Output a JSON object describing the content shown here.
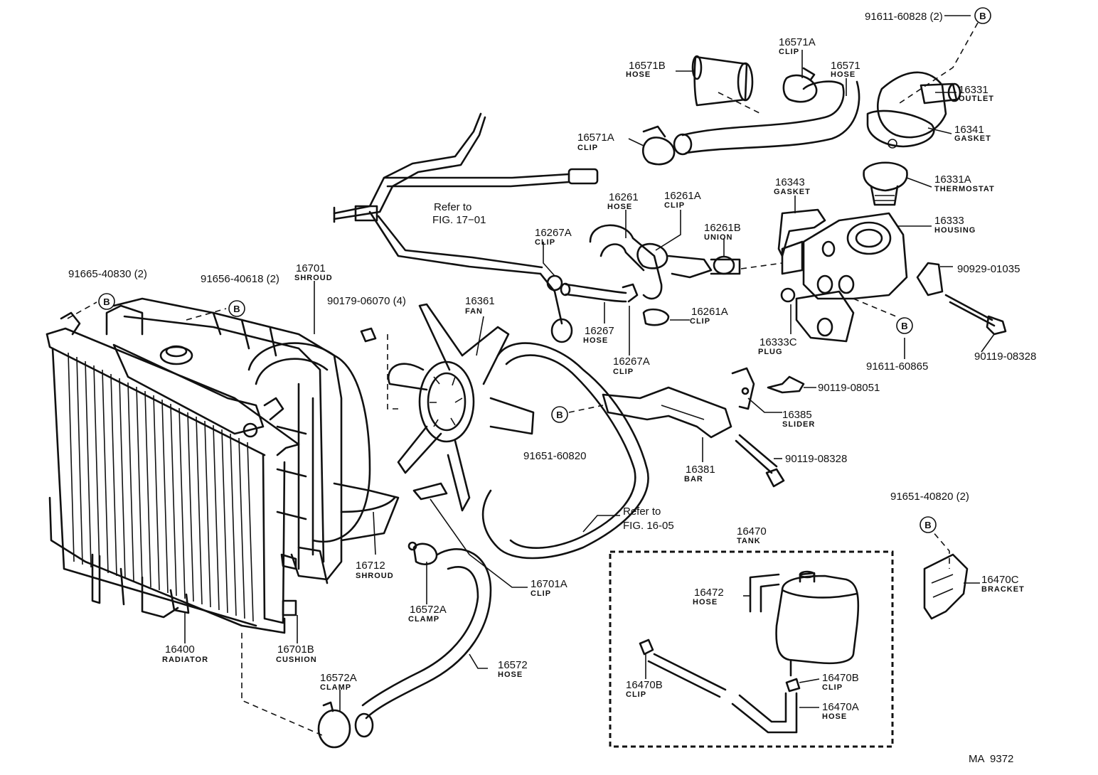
{
  "diagram_id": "MA  9372",
  "symbol": "B",
  "refs": {
    "fig_17_01_a": "Refer to",
    "fig_17_01_b": "FIG. 17−01",
    "fig_16_05_a": "Refer to",
    "fig_16_05_b": "FIG. 16-05"
  },
  "labels": {
    "p91611_60828": "91611-60828 (2)",
    "p16571A_top": "16571A",
    "p16571A_top_sub": "CLIP",
    "p16571B": "16571B",
    "p16571B_sub": "HOSE",
    "p16571": "16571",
    "p16571_sub": "HOSE",
    "p16331": "16331",
    "p16331_sub": "OUTLET",
    "p16571A_left": "16571A",
    "p16571A_left_sub": "CLIP",
    "p16341": "16341",
    "p16341_sub": "GASKET",
    "p16331A": "16331A",
    "p16331A_sub": "THERMOSTAT",
    "p16343": "16343",
    "p16343_sub": "GASKET",
    "p16261": "16261",
    "p16261_sub": "HOSE",
    "p16261A_top": "16261A",
    "p16261A_top_sub": "CLIP",
    "p16261B": "16261B",
    "p16261B_sub": "UNION",
    "p16333": "16333",
    "p16333_sub": "HOUSING",
    "p16267A_top": "16267A",
    "p16267A_top_sub": "CLIP",
    "p90929_01035": "90929-01035",
    "p16261A_bot": "16261A",
    "p16261A_bot_sub": "CLIP",
    "p16267": "16267",
    "p16267_sub": "HOSE",
    "p16333C": "16333C",
    "p16333C_sub": "PLUG",
    "p90119_08328_a": "90119-08328",
    "p16267A_bot": "16267A",
    "p16267A_bot_sub": "CLIP",
    "p91611_60865": "91611-60865",
    "p90119_08051": "90119-08051",
    "p16385": "16385",
    "p16385_sub": "SLIDER",
    "p91665_40830": "91665-40830 (2)",
    "p91656_40618": "91656-40618 (2)",
    "p16701": "16701",
    "p16701_sub": "SHROUD",
    "p90179_06070": "90179-06070 (4)",
    "p16361": "16361",
    "p16361_sub": "FAN",
    "p91651_60820": "91651-60820",
    "p90119_08328_b": "90119-08328",
    "p16381": "16381",
    "p16381_sub": "BAR",
    "p91651_40820": "91651-40820 (2)",
    "p16470": "16470",
    "p16470_sub": "TANK",
    "p16712": "16712",
    "p16712_sub": "SHROUD",
    "p16701A": "16701A",
    "p16701A_sub": "CLIP",
    "p16470C": "16470C",
    "p16470C_sub": "BRACKET",
    "p16472": "16472",
    "p16472_sub": "HOSE",
    "p16572A_top": "16572A",
    "p16572A_top_sub": "CLAMP",
    "p16400": "16400",
    "p16400_sub": "RADIATOR",
    "p16701B": "16701B",
    "p16701B_sub": "CUSHION",
    "p16572": "16572",
    "p16572_sub": "HOSE",
    "p16470B_left": "16470B",
    "p16470B_left_sub": "CLIP",
    "p16470B_right": "16470B",
    "p16470B_right_sub": "CLIP",
    "p16572A_bot": "16572A",
    "p16572A_bot_sub": "CLAMP",
    "p16470A": "16470A",
    "p16470A_sub": "HOSE"
  }
}
